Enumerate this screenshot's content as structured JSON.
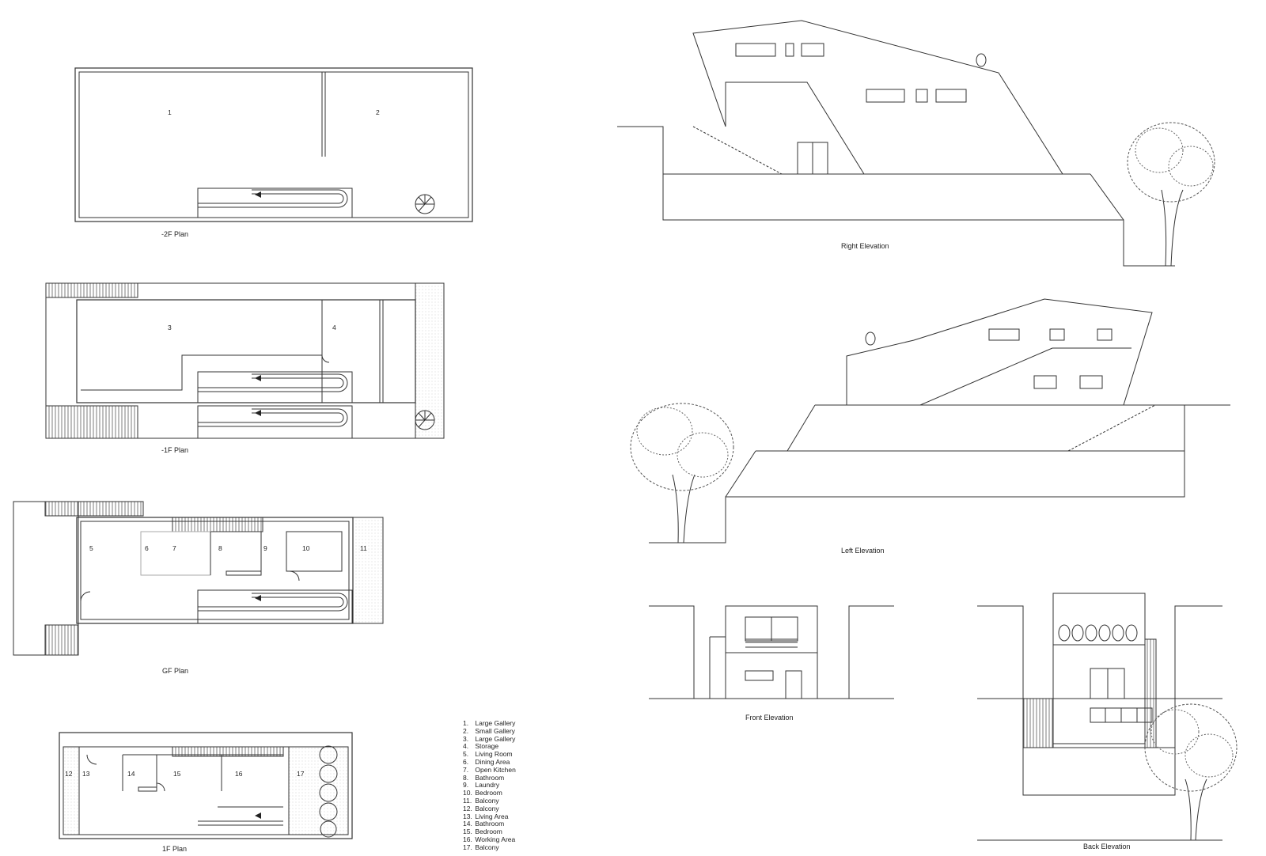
{
  "captions": {
    "plan_m2": "-2F Plan",
    "plan_m1": "-1F Plan",
    "plan_gf": "GF Plan",
    "plan_1f": "1F Plan",
    "right_elevation": "Right Elevation",
    "left_elevation": "Left Elevation",
    "front_elevation": "Front Elevation",
    "back_elevation": "Back Elevation"
  },
  "room_numbers": {
    "r1": "1",
    "r2": "2",
    "r3": "3",
    "r4": "4",
    "r5": "5",
    "r6": "6",
    "r7": "7",
    "r8": "8",
    "r9": "9",
    "r10": "10",
    "r11": "11",
    "r12": "12",
    "r13": "13",
    "r14": "14",
    "r15": "15",
    "r16": "16",
    "r17": "17"
  },
  "legend": [
    {
      "num": "1.",
      "label": "Large Gallery"
    },
    {
      "num": "2.",
      "label": "Small Gallery"
    },
    {
      "num": "3.",
      "label": "Large Gallery"
    },
    {
      "num": "4.",
      "label": "Storage"
    },
    {
      "num": "5.",
      "label": "Living Room"
    },
    {
      "num": "6.",
      "label": "Dining Area"
    },
    {
      "num": "7.",
      "label": "Open Kitchen"
    },
    {
      "num": "8.",
      "label": "Bathroom"
    },
    {
      "num": "9.",
      "label": "Laundry"
    },
    {
      "num": "10.",
      "label": "Bedroom"
    },
    {
      "num": "11.",
      "label": "Balcony"
    },
    {
      "num": "12.",
      "label": "Balcony"
    },
    {
      "num": "13.",
      "label": "Living Area"
    },
    {
      "num": "14.",
      "label": "Bathroom"
    },
    {
      "num": "15.",
      "label": "Bedroom"
    },
    {
      "num": "16.",
      "label": "Working Area"
    },
    {
      "num": "17.",
      "label": "Balcony"
    }
  ],
  "colors": {
    "line": "#333333",
    "background": "#ffffff"
  }
}
